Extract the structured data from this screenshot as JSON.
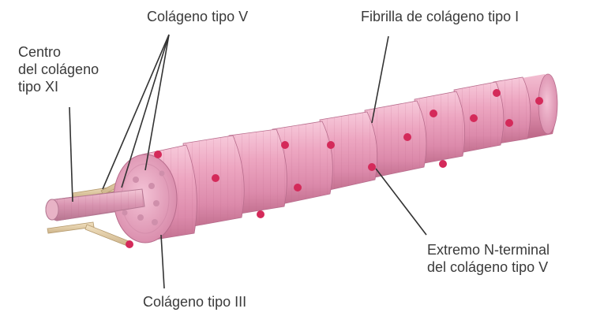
{
  "labels": {
    "type_v": "Colágeno tipo V",
    "fibril_type_i": "Fibrilla de colágeno tipo I",
    "center_xi": [
      "Centro",
      "del colágeno",
      "tipo XI"
    ],
    "n_terminal": [
      "Extremo N-terminal",
      "del colágeno tipo V"
    ],
    "type_iii": "Colágeno tipo III"
  },
  "colors": {
    "fibril_pink": "#eaa2bd",
    "fibril_dark": "#c7789a",
    "fibril_light": "#f6c8d9",
    "dot_red": "#d42a5a",
    "tan_fiber": "#e6cfa6",
    "leader_line": "#333333"
  }
}
